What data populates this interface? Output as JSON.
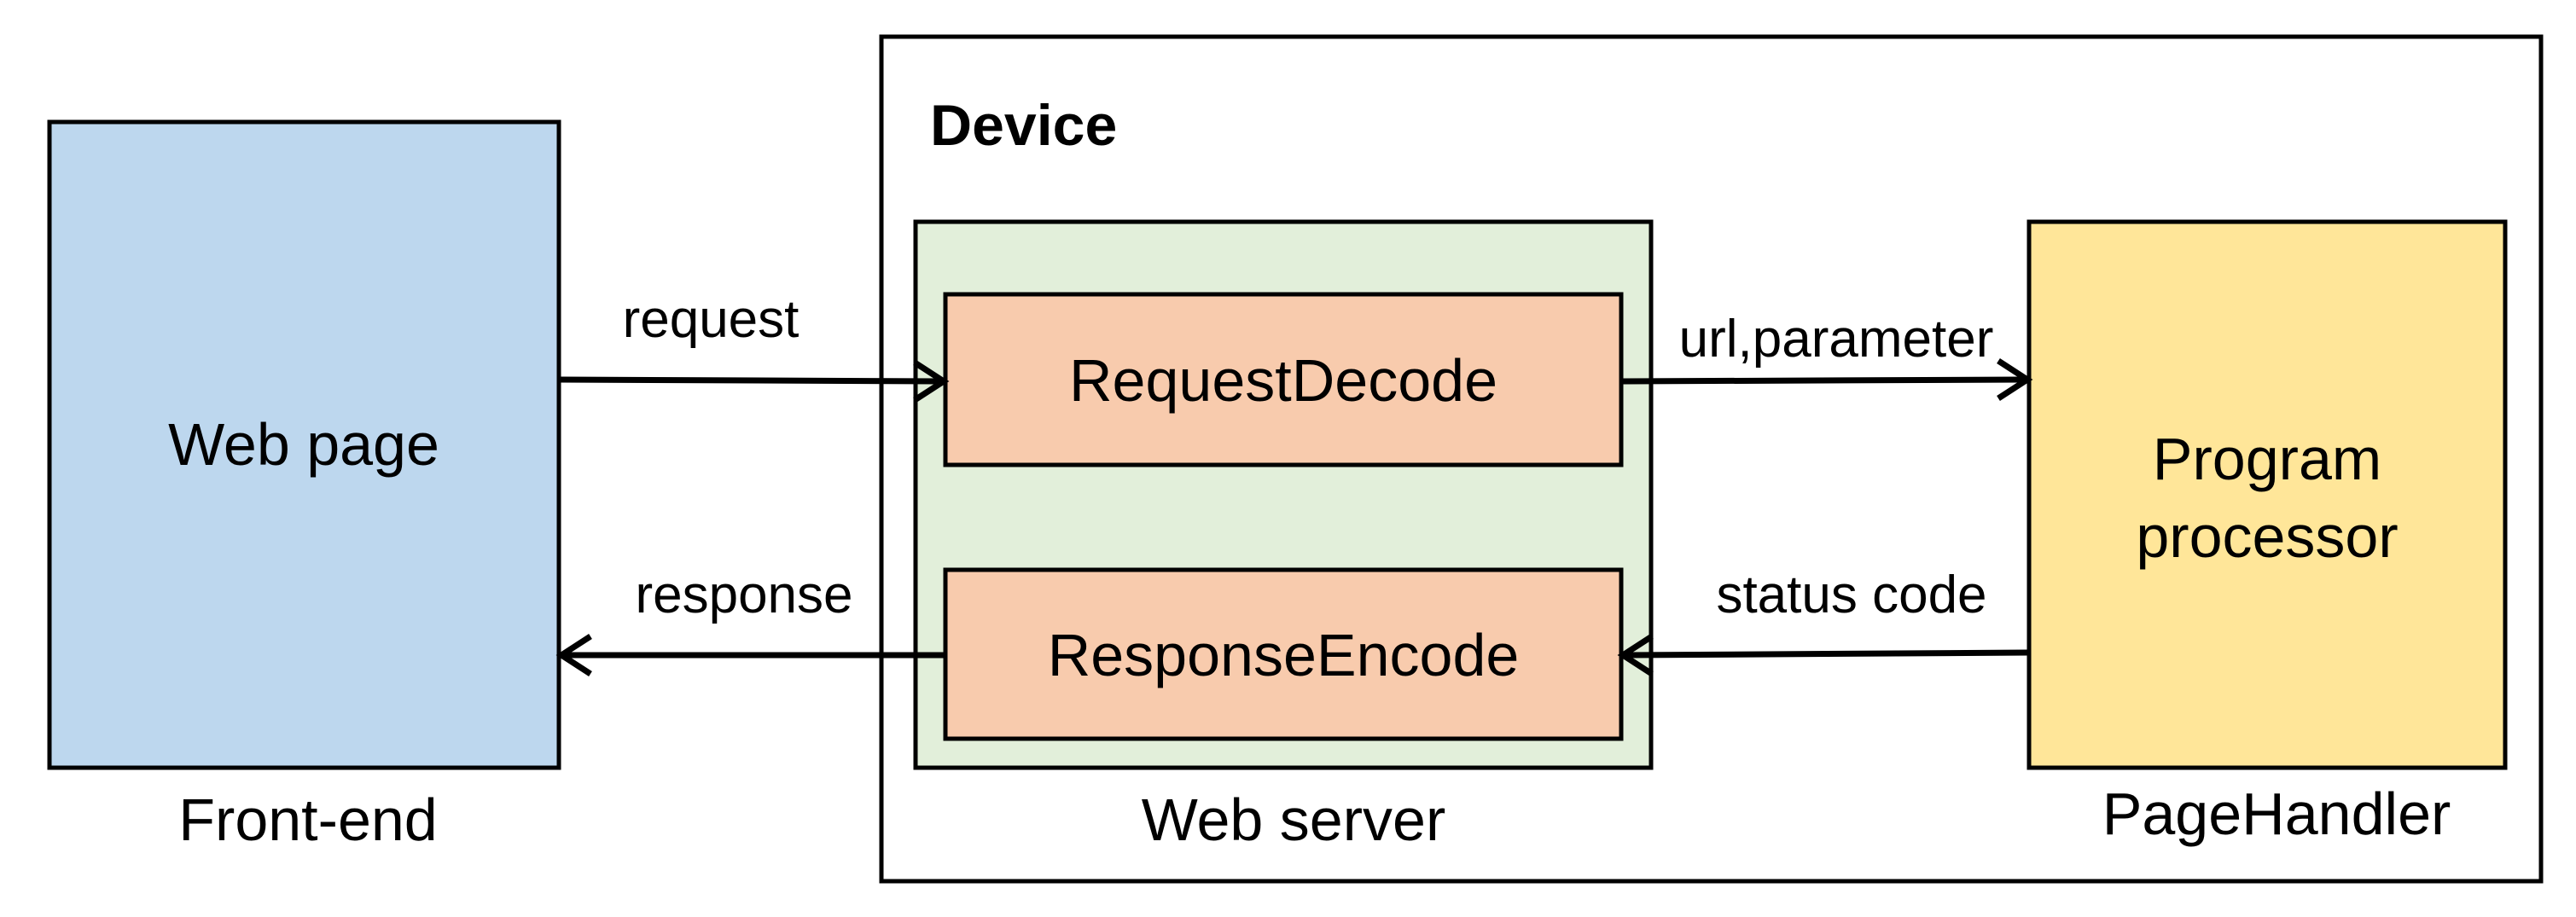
{
  "device": {
    "title": "Device"
  },
  "front_end": {
    "box_label": "Web page",
    "caption": "Front-end",
    "fill": "#bdd7ee"
  },
  "web_server": {
    "caption": "Web server",
    "fill": "#e2efda",
    "request_decode": "RequestDecode",
    "response_encode": "ResponseEncode",
    "module_fill": "#f8cbad"
  },
  "page_handler": {
    "box_label_line1": "Program",
    "box_label_line2": "processor",
    "caption": "PageHandler",
    "fill": "#ffe699"
  },
  "arrows": {
    "request": "request",
    "response": "response",
    "url_parameter": "url,parameter",
    "status_code": "status code"
  }
}
